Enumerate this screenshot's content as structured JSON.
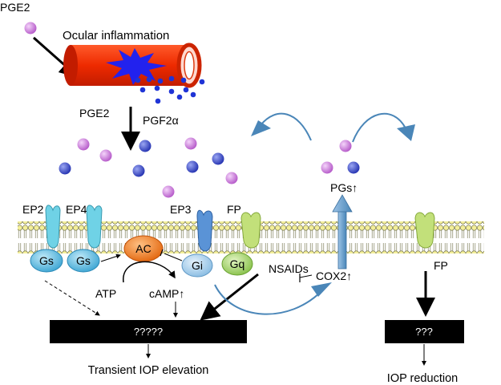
{
  "labels": {
    "pge2_top": "PGE2",
    "ocular_inflammation": "Ocular inflammation",
    "pge2_mid": "PGE2",
    "pgf2a": "PGF2α",
    "ep2": "EP2",
    "ep4": "EP4",
    "ep3": "EP3",
    "fp_left": "FP",
    "fp_right": "FP",
    "gs1": "Gs",
    "gs2": "Gs",
    "ac": "AC",
    "gi": "Gi",
    "gq": "Gq",
    "atp": "ATP",
    "camp": "cAMP↑",
    "nsaids": "NSAIDs",
    "cox2": "COX2↑",
    "pgs": "PGs↑",
    "box_left": "?????",
    "box_right": "???",
    "outcome_left": "Transient IOP elevation",
    "outcome_right": "IOP reduction"
  },
  "colors": {
    "pge2_dot": "#cc66dd",
    "pgf2a_dot": "#3344cc",
    "vessel": "#ee2a00",
    "burst": "#2222ee",
    "membrane_head": "#f4ef9a",
    "receptor_ep": "#6fd2e6",
    "receptor_ep3": "#5a93d6",
    "receptor_fp": "#c2e07a",
    "gs": "#4fb8e2",
    "gi": "#a8d2ef",
    "gq": "#a8d66c",
    "ac": "#f07a1a",
    "curved_arrow": "#4a86b8",
    "box": "#000000"
  }
}
